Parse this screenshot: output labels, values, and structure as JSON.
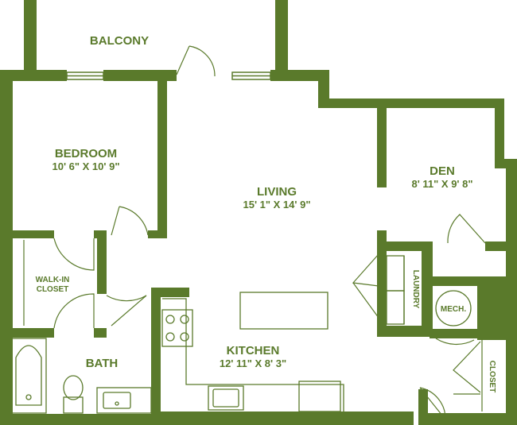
{
  "colors": {
    "wall": "#5a7a2b",
    "fixture": "#5a7a2b",
    "background": "#ffffff"
  },
  "rooms": {
    "balcony": {
      "name": "BALCONY"
    },
    "bedroom": {
      "name": "BEDROOM",
      "dims": "10' 6\" X 10' 9\""
    },
    "living": {
      "name": "LIVING",
      "dims": "15' 1\" X 14' 9\""
    },
    "den": {
      "name": "DEN",
      "dims": "8' 11\" X 9' 8\""
    },
    "walkin": {
      "name_line1": "WALK-IN",
      "name_line2": "CLOSET"
    },
    "bath": {
      "name": "BATH"
    },
    "kitchen": {
      "name": "KITCHEN",
      "dims": "12' 11\" X 8' 3\""
    },
    "laundry": {
      "name": "LAUNDRY"
    },
    "mech": {
      "name": "MECH."
    },
    "closet": {
      "name": "CLOSET"
    }
  }
}
